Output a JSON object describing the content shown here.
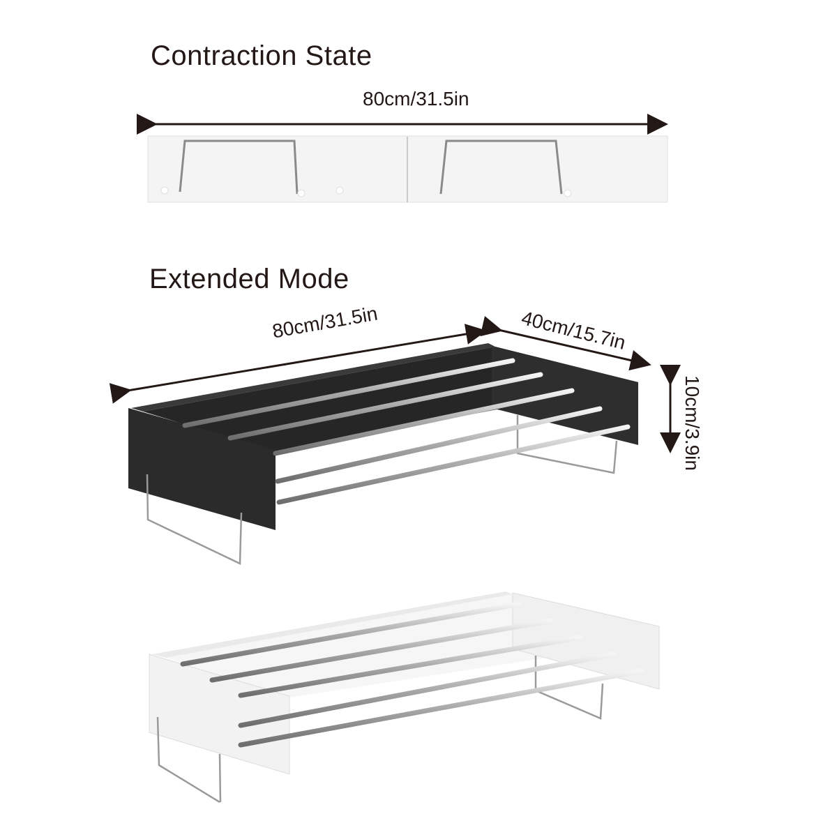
{
  "sections": {
    "contraction": {
      "title": "Contraction State",
      "width_label": "80cm/31.5in"
    },
    "extended": {
      "title": "Extended Mode",
      "width_label": "80cm/31.5in",
      "depth_label": "40cm/15.7in",
      "height_label": "10cm/3.9in"
    }
  },
  "colors": {
    "text": "#231815",
    "black_rack": "#2b2b2b",
    "white_rack": "#f2f2f2",
    "steel": "#c9c9c9"
  }
}
